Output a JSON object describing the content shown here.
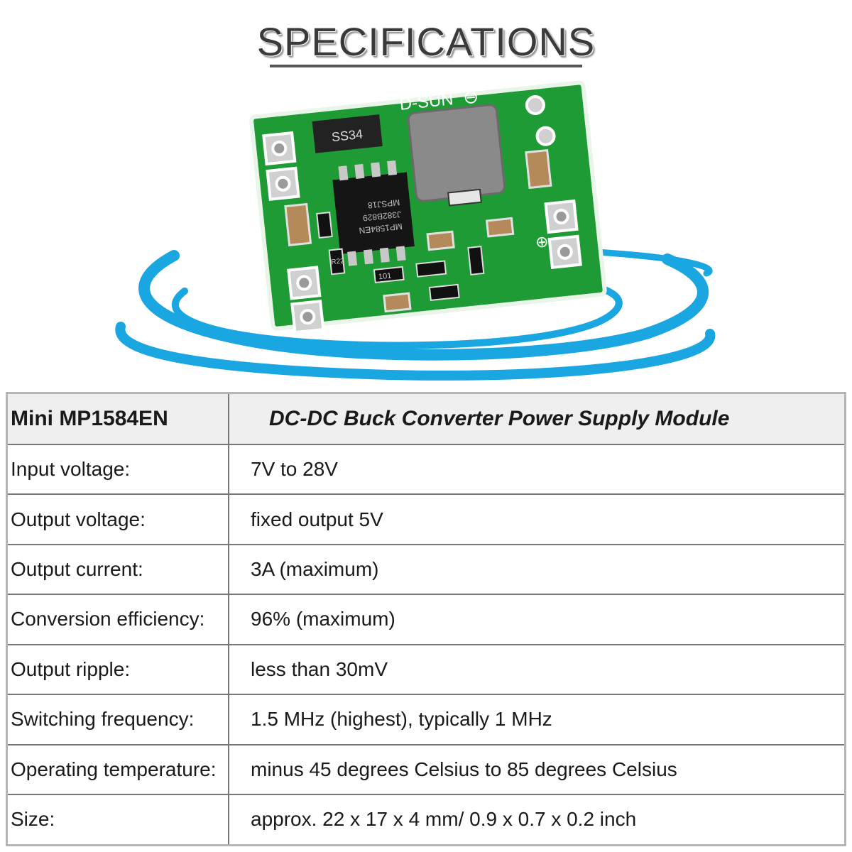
{
  "title": "SPECIFICATIONS",
  "board": {
    "brand_silk": "D-SUN",
    "diode_marking": "SS34",
    "chip_marking_1": "MP1584EN",
    "chip_marking_2": "J382B829",
    "chip_marking_3": "MPSJ18",
    "resistor_marking": "101",
    "resistor_marking_2": "R22",
    "minus_symbol": "⊖",
    "plus_symbol": "⊕"
  },
  "table": {
    "header": {
      "label": "Mini MP1584EN",
      "value": "DC-DC Buck Converter Power Supply Module"
    },
    "rows": [
      {
        "label": "Input voltage:",
        "value": "7V to 28V"
      },
      {
        "label": "Output voltage:",
        "value": "fixed output 5V"
      },
      {
        "label": "Output current:",
        "value": "3A (maximum)"
      },
      {
        "label": "Conversion efficiency:",
        "value": "96% (maximum)"
      },
      {
        "label": "Output ripple:",
        "value": "less than 30mV"
      },
      {
        "label": "Switching frequency:",
        "value": "1.5 MHz (highest), typically 1 MHz"
      },
      {
        "label": "Operating temperature:",
        "value": "minus 45 degrees Celsius to 85 degrees Celsius"
      },
      {
        "label": "Size:",
        "value": "approx. 22 x 17 x 4 mm/ 0.9 x 0.7 x 0.2 inch"
      }
    ]
  },
  "colors": {
    "pcb": "#1f9b35",
    "ring": "#1aa6e0",
    "inductor": "#8a8a8a"
  }
}
